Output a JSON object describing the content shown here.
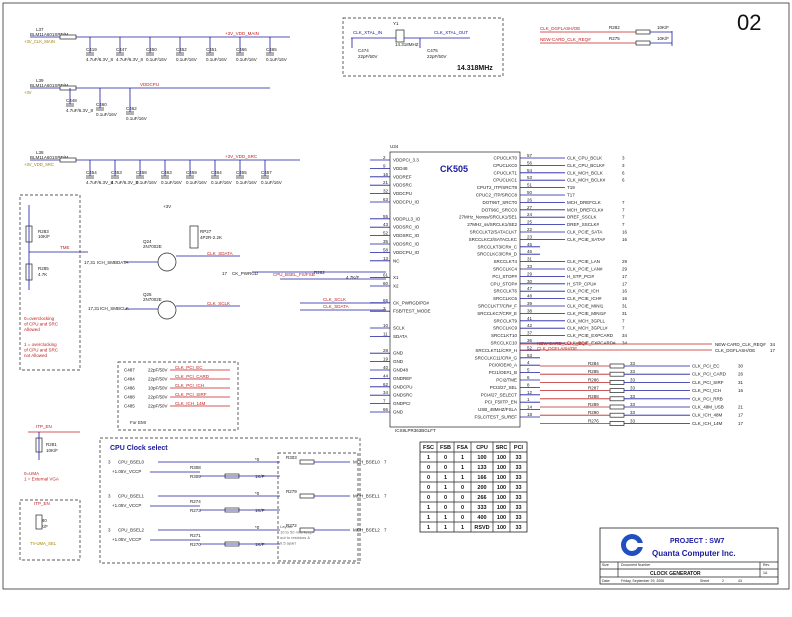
{
  "sheet": {
    "page_number": "02",
    "title_block": {
      "project_label": "PROJECT : SW7",
      "company": "Quanta Computer Inc.",
      "document_title": "CLOCK GENERATOR",
      "size_label": "Size",
      "doc_number_label": "Document Number",
      "rev_label": "Rev",
      "rev_value": "1A",
      "date_label": "Date:",
      "date_value": "Friday, September 29, 2006",
      "sheet_label": "Sheet",
      "sheet_value": "2",
      "of_value": "43"
    }
  },
  "crystal": {
    "ref": "Y1",
    "value": "14.318MHZ",
    "freq_label": "14.318MHz",
    "net_in": "CLK_XTAL_IN",
    "net_out": "CLK_XTAL_OUT",
    "c_left_ref": "C474",
    "c_left_val": "22pF/50V",
    "c_right_ref": "C475",
    "c_right_val": "22pF/50V"
  },
  "top_right_resistors": [
    {
      "net": "CLK_DGFLASH/OE",
      "ref": "R282",
      "val": "10K/F"
    },
    {
      "net": "NEW-CARD_CLK_REQ#",
      "ref": "R275",
      "val": "10K/F"
    }
  ],
  "power_rails": [
    {
      "inductor": "L37",
      "part": "BLM11A601SPT/M",
      "net": "+3V_VDD_MAIN",
      "label": "+3V_CLK_MAIN",
      "caps": [
        {
          "ref": "C419",
          "val": "4.7uF/6.3V_8"
        },
        {
          "ref": "C447",
          "val": "4.7uF/6.3V_8"
        },
        {
          "ref": "C450",
          "val": "0.1uF/16V"
        },
        {
          "ref": "C452",
          "val": "0.1uF/16V"
        },
        {
          "ref": "C451",
          "val": "0.1uF/16V"
        },
        {
          "ref": "C466",
          "val": "0.1uF/16V"
        },
        {
          "ref": "C465",
          "val": "0.1uF/16V"
        }
      ]
    },
    {
      "inductor": "L39",
      "part": "BLM11A601SPT/M",
      "net": "VDDCPU",
      "label": "+3V",
      "caps": [
        {
          "ref": "C448",
          "val": "4.7uF/6.3V_8"
        },
        {
          "ref": "C460",
          "val": "0.1uF/16V"
        },
        {
          "ref": "C462",
          "val": "0.1uF/16V"
        }
      ]
    },
    {
      "inductor": "L38",
      "part": "BLM11A601SPT/M",
      "net": "+3V_VDD_SRC",
      "label": "+3V_VDD_SRC",
      "caps": [
        {
          "ref": "C454",
          "val": "4.7uF/6.3V_8"
        },
        {
          "ref": "C453",
          "val": "4.7uF/6.3V_8"
        },
        {
          "ref": "C458",
          "val": "0.1uF/16V"
        },
        {
          "ref": "C463",
          "val": "0.1uF/16V"
        },
        {
          "ref": "C459",
          "val": "0.1uF/16V"
        },
        {
          "ref": "C464",
          "val": "0.1uF/16V"
        },
        {
          "ref": "C455",
          "val": "0.1uF/16V"
        },
        {
          "ref": "C457",
          "val": "0.1uF/16V"
        }
      ]
    }
  ],
  "ic": {
    "ref": "U34",
    "name": "CK505",
    "part": "ICS9LPR363BGLFT",
    "left_pins": [
      {
        "num": "2",
        "name": "VDDPCI_3.3"
      },
      {
        "num": "9",
        "name": "VDD48"
      },
      {
        "num": "16",
        "name": "VDDREF"
      },
      {
        "num": "21",
        "name": "VDDSRC"
      },
      {
        "num": "32",
        "name": "VDDCPU"
      },
      {
        "num": "63",
        "name": "VDDCPU_IO"
      },
      {
        "num": "",
        "name": ""
      },
      {
        "num": "55",
        "name": "VDDPLL3_IO"
      },
      {
        "num": "43",
        "name": "VDDSRC_IO"
      },
      {
        "num": "52",
        "name": "VDDSRC_IO"
      },
      {
        "num": "35",
        "name": "VDDSRC_IO"
      },
      {
        "num": "58",
        "name": "VDDCPU_IO"
      },
      {
        "num": "13",
        "name": "NC"
      },
      {
        "num": "",
        "name": ""
      },
      {
        "num": "61",
        "name": "X1"
      },
      {
        "num": "60",
        "name": "X2"
      },
      {
        "num": "",
        "name": ""
      },
      {
        "num": "65",
        "name": "CK_PWRGD/PD#"
      },
      {
        "num": "3",
        "name": "FSB/TEST_MODE"
      },
      {
        "num": "",
        "name": ""
      },
      {
        "num": "10",
        "name": "SCLK"
      },
      {
        "num": "11",
        "name": "SDATA"
      },
      {
        "num": "",
        "name": ""
      },
      {
        "num": "28",
        "name": "GND"
      },
      {
        "num": "19",
        "name": "GND"
      },
      {
        "num": "40",
        "name": "GND48"
      },
      {
        "num": "44",
        "name": "GNDREF"
      },
      {
        "num": "62",
        "name": "GNDCPU"
      },
      {
        "num": "34",
        "name": "GNDSRC"
      },
      {
        "num": "7",
        "name": "GNDPCI"
      },
      {
        "num": "66",
        "name": "GND"
      }
    ],
    "right_pins": [
      {
        "name": "CPUCLKT0",
        "num": "57",
        "net": "CLK_CPU_BCLK0"
      },
      {
        "name": "CPUCLKC0",
        "num": "56",
        "net": "CLK_CPU_BCLK0#"
      },
      {
        "name": "CPUCLKT1",
        "num": "54",
        "net": "CLK_MCH_BCLK"
      },
      {
        "name": "CPUCLKC1",
        "num": "53",
        "net": "CLK_MCH_BCLK#"
      },
      {
        "name": "CPUT2_ITP/SRCT8",
        "num": "51",
        "net": "T19"
      },
      {
        "name": "CPUC2_ITP/SRCC8",
        "num": "50",
        "net": "T17"
      },
      {
        "name": "DOT96T_SRCT0",
        "num": "26",
        "net": "MCH_DREFCLK"
      },
      {
        "name": "DOT96C_SRCC0",
        "num": "27",
        "net": "MCH_DREFCLK#"
      },
      {
        "name": "27MHz_Nonss/SRCLK1/SE1",
        "num": "24",
        "net": "DREF_SSCLK"
      },
      {
        "name": "27MHz_ss/SRCLK1/SE2",
        "num": "25",
        "net": "DREF_SSCLK#"
      },
      {
        "name": "SRCCLKT2/SATACLKT",
        "num": "22",
        "net": "CLK_PCIE_SATA"
      },
      {
        "name": "SRCCLKC2/SATACLKC",
        "num": "23",
        "net": "CLK_PCIE_SATA#"
      },
      {
        "name": "SRCCLKT3/CR#_C",
        "num": "45",
        "net": ""
      },
      {
        "name": "SRCCLKC3/CR#_D",
        "num": "46",
        "net": ""
      },
      {
        "name": "SRCCLKT4",
        "num": "31",
        "net": "CLK_PCIE_LAN"
      },
      {
        "name": "SRCCLKC4",
        "num": "33",
        "net": "CLK_PCIE_LAN#"
      },
      {
        "name": "PCI_STOP#",
        "num": "29",
        "net": "H_STP_PCI#"
      },
      {
        "name": "CPU_STOP#",
        "num": "30",
        "net": "H_STP_CPU#"
      },
      {
        "name": "SRCCLKT6",
        "num": "47",
        "net": "CLK_PCIE_ICH"
      },
      {
        "name": "SRCCLKC6",
        "num": "48",
        "net": "CLK_PCIE_ICH#"
      },
      {
        "name": "SRCCLKT7/CR#_F",
        "num": "39",
        "net": "CLK_PCIE_MINI1"
      },
      {
        "name": "SRCCLKC7/CR#_E",
        "num": "38",
        "net": "CLK_PCIE_MINI1#"
      },
      {
        "name": "SRCCLKT9",
        "num": "41",
        "net": "CLK_MCH_3GPLL"
      },
      {
        "name": "SRCCLKC9",
        "num": "42",
        "net": "CLK_MCH_3GPLL#"
      },
      {
        "name": "SRCCLKT10",
        "num": "37",
        "net": "CLK_PCIE_EXPCARD"
      },
      {
        "name": "SRCCLKC10",
        "num": "36",
        "net": "CLK_PCIE_EXPCARD#"
      },
      {
        "name": "SRCCLKT11/CR#_H",
        "num": "52",
        "net": "NEW-CARD_CLK_REQ#"
      },
      {
        "name": "SRCCLKC11/CR#_G",
        "num": "53",
        "net": "CLK_DGFLASH/OE"
      },
      {
        "name": "PCI0/OE#0_A",
        "num": "4",
        "net": "CLK_PCI_EC"
      },
      {
        "name": "PCI1/OE#1_B",
        "num": "5",
        "net": "CLK_PCI_CARD"
      },
      {
        "name": "PCI2/TME",
        "num": "6",
        "net": "TME"
      },
      {
        "name": "PCI3/27_SEL",
        "num": "8",
        "net": "CLK_PCI_SIRF"
      },
      {
        "name": "PCI4/27_SELECT",
        "num": "12",
        "net": "CLK_PCI_ICH"
      },
      {
        "name": "PCI_F5/ITP_EN",
        "num": "1",
        "net": "ITP_EN"
      },
      {
        "name": "USB_48MHZ/FSLA",
        "num": "14",
        "net": "CLK_48M_SD"
      },
      {
        "name": "FSLC/TEST_SL/REF",
        "num": "18",
        "net": "CLK_ICH_14M"
      }
    ]
  },
  "right_outputs": [
    {
      "net": "CLK_CPU_BCLK",
      "page": "3"
    },
    {
      "net": "CLK_CPU_BCLK#",
      "page": "3"
    },
    {
      "net": "CLK_MCH_BCLK",
      "page": "6"
    },
    {
      "net": "CLK_MCH_BCLK#",
      "page": "6"
    },
    {
      "net": "T19",
      "page": ""
    },
    {
      "net": "T17",
      "page": ""
    },
    {
      "net": "MCH_DREFCLK",
      "page": "7"
    },
    {
      "net": "MCH_DREFCLK#",
      "page": "7"
    },
    {
      "net": "DREF_SSCLK",
      "page": "7"
    },
    {
      "net": "DREF_SSCLK#",
      "page": "7"
    },
    {
      "net": "CLK_PCIE_SATA",
      "page": "16"
    },
    {
      "net": "CLK_PCIE_SATA#",
      "page": "16"
    },
    {
      "net": "",
      "page": ""
    },
    {
      "net": "",
      "page": ""
    },
    {
      "net": "CLK_PCIE_LAN",
      "page": "29"
    },
    {
      "net": "CLK_PCIE_LAN#",
      "page": "29"
    },
    {
      "net": "H_STP_PCI#",
      "page": "17"
    },
    {
      "net": "H_STP_CPU#",
      "page": "17"
    },
    {
      "net": "CLK_PCIE_ICH",
      "page": "16"
    },
    {
      "net": "CLK_PCIE_ICH#",
      "page": "16"
    },
    {
      "net": "CLK_PCIE_MINI1",
      "page": "31"
    },
    {
      "net": "CLK_PCIE_MINI1#",
      "page": "31"
    },
    {
      "net": "CLK_MCH_3GPLL",
      "page": "7"
    },
    {
      "net": "CLK_MCH_3GPLL#",
      "page": "7"
    },
    {
      "net": "CLK_PCIE_EXPCARD",
      "page": "34"
    },
    {
      "net": "CLK_PCIE_EXPCARD#",
      "page": "34"
    }
  ],
  "pci_resistors": [
    {
      "ref": "R284",
      "val": "33",
      "net": "CLK_PCI_EC",
      "page": "30"
    },
    {
      "ref": "R285",
      "val": "33",
      "net": "CLK_PCI_CARD",
      "page": "26"
    },
    {
      "ref": "R286",
      "val": "33",
      "net": "CLK_PCI_SIRF",
      "page": "31"
    },
    {
      "ref": "R287",
      "val": "33",
      "net": "CLK_PCI_ICH",
      "page": "16"
    },
    {
      "ref": "R288",
      "val": "33",
      "net": "CLK_PCI_RRB",
      "page": ""
    },
    {
      "ref": "R289",
      "val": "33",
      "net": "CLK_48M_USB",
      "page": "21"
    },
    {
      "ref": "R290",
      "val": "33",
      "net": "CLK_ICH_48M",
      "page": "17"
    },
    {
      "ref": "R276",
      "val": "33",
      "net": "CLK_ICH_14M",
      "page": "17"
    }
  ],
  "newcard": {
    "net_left": "NEW-CARD_CLK_REQ#",
    "net_left2": "CLK_DGFLASH/OE",
    "out_top": "NEW-CARD_CLK_REQ#",
    "out_top_page": "34",
    "out_bottom": "CLK_DGFLASH/OE",
    "out_bottom_page": "17"
  },
  "power_good": {
    "q24": "Q24",
    "q24_part": "2N7002E",
    "q25": "Q25",
    "q25_part": "2N7002E",
    "rp27": "RP27",
    "rp27_val": "4P2R-2.2K",
    "r283": "R283",
    "r283_val": "10K/F",
    "r285b": "R285",
    "r285b_val": "4.7K",
    "vcc": "+3V",
    "in1": "ICH_SMBDATA",
    "in1_page": "17,31",
    "in2": "ICH_SMBCLK",
    "in2_page": "17,31",
    "net_pwrgd": "CK_PWRGD",
    "net_pwrgd_page": "17",
    "net_test": "CPU_BSEL_FS/FSB",
    "net_data": "CLK_SDATA",
    "net_clk": "CLK_SCLK",
    "smb_clk": "CLK_SCLK",
    "smb_data": "CLK_SDATA",
    "tme": "TME",
    "r_test_ref": "R282",
    "r_test_val": "4.7K/F"
  },
  "notes": {
    "tme_note_0": "0=overclocking of CPU and SRC Allowed",
    "tme_note_1": "1 = overclocking of CPU and SRC not Allowed",
    "itp_note": "0=UMA\n1 = External VGA",
    "itp_net": "ITP_EN",
    "itp_ref": "R281",
    "itp_val": "10K/F",
    "uma_net": "ITP_EN",
    "uma_ref": "R280",
    "uma_val": "10K/F",
    "uma_label": "TV-UMA_SEL"
  },
  "emi_caps": {
    "title": "For EMI",
    "items": [
      {
        "ref": "C487",
        "val": "22pF/50V",
        "net": "CLK_PCI_EC"
      },
      {
        "ref": "C484",
        "val": "22pF/50V",
        "net": "CLK_PCI_CARD"
      },
      {
        "ref": "C486",
        "val": "10pF/50V",
        "net": "CLK_PCI_ICH"
      },
      {
        "ref": "C488",
        "val": "22pF/50V",
        "net": "CLK_PCI_SIRF"
      },
      {
        "ref": "C485",
        "val": "22pF/50V",
        "net": "CLK_ICH_14M"
      }
    ]
  },
  "cpu_clock": {
    "title": "CPU Clock select",
    "rows": [
      {
        "in": "CPU_BSEL0",
        "page": "3",
        "vcc": "+1.05V_VCCP",
        "r1": "R308",
        "r1v": "*0",
        "r2": "R309",
        "r2v": "1K/F",
        "r3": "R303",
        "r3v": "",
        "out": "MCH_BSEL0",
        "out_page": "7"
      },
      {
        "in": "CPU_BSEL1",
        "page": "3",
        "vcc": "+1.05V_VCCP",
        "r1": "R274",
        "r1v": "*0",
        "r2": "R273",
        "r2v": "1K/F",
        "r3": "R279",
        "r3v": "",
        "out": "MCH_BSEL1",
        "out_page": "7"
      },
      {
        "in": "CPU_BSEL2",
        "page": "3",
        "vcc": "+1.05V_VCCP",
        "r1": "R271",
        "r1v": "*0",
        "r2": "R270",
        "r2v": "1K/F",
        "r3": "R272",
        "r3v": "",
        "out": "MCH_BSEL2",
        "out_page": "7"
      }
    ],
    "note": "Layout:\n10 to 50 mils keep-\nout to resistors &\n0.5 apart"
  },
  "fs_table": {
    "headers": [
      "FSC",
      "FSB",
      "FSA",
      "CPU",
      "SRC",
      "PCI"
    ],
    "rows": [
      [
        "1",
        "0",
        "1",
        "100",
        "100",
        "33"
      ],
      [
        "0",
        "0",
        "1",
        "133",
        "100",
        "33"
      ],
      [
        "0",
        "1",
        "1",
        "166",
        "100",
        "33"
      ],
      [
        "0",
        "1",
        "0",
        "200",
        "100",
        "33"
      ],
      [
        "0",
        "0",
        "0",
        "266",
        "100",
        "33"
      ],
      [
        "1",
        "0",
        "0",
        "333",
        "100",
        "33"
      ],
      [
        "1",
        "1",
        "0",
        "400",
        "100",
        "33"
      ],
      [
        "1",
        "1",
        "1",
        "RSVD",
        "100",
        "33"
      ]
    ]
  },
  "colors": {
    "wire": "#1a1aa0",
    "net_label": "#c02020",
    "text": "#1a1a1a",
    "highlight": "#a08000"
  }
}
